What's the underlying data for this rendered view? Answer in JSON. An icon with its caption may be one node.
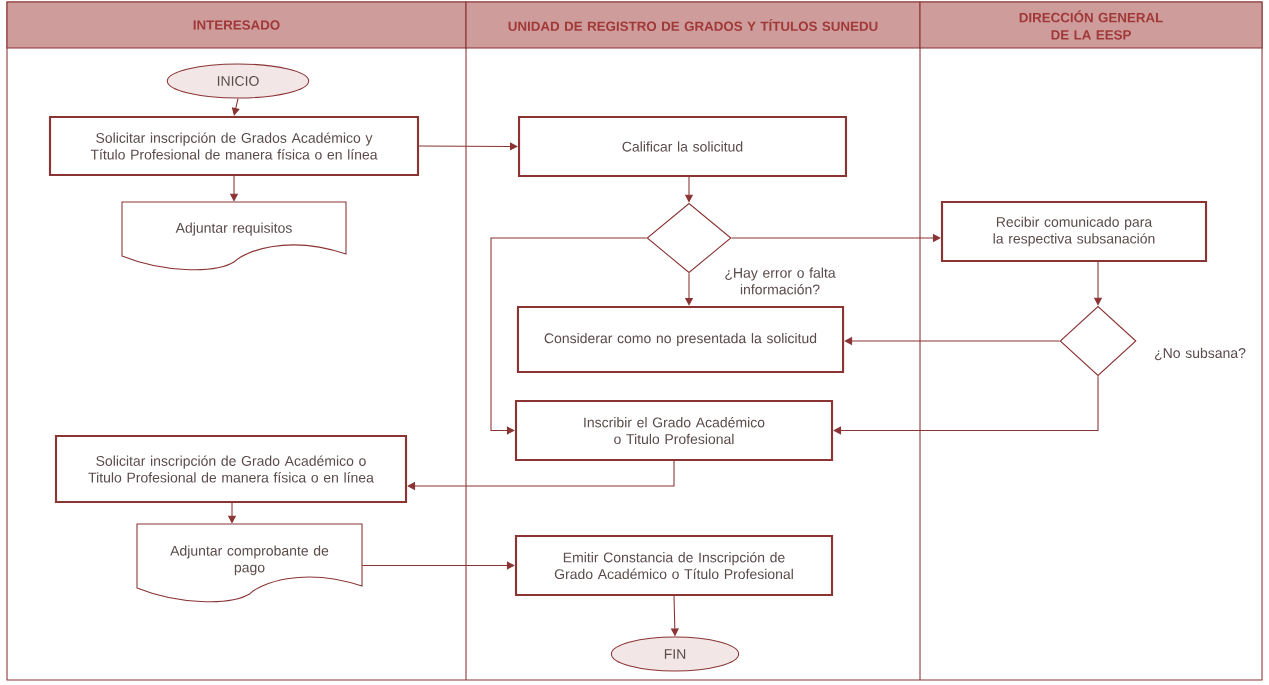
{
  "diagram": {
    "nodes": [
      {
        "text": [
          "INTERESADO"
        ]
      },
      {
        "text": [
          "UNIDAD DE REGISTRO DE GRADOS Y TÍTULOS SUNEDU"
        ]
      },
      {
        "text": [
          "DIRECCIÓN GENERAL DE LA EESP"
        ]
      },
      {
        "text": [
          "INICIO"
        ]
      },
      {
        "text": [
          "Solicitar inscripción de Grados Académico y Título Profesional de manera física o en línea"
        ]
      },
      {
        "text": [
          "Adjuntar requisitos"
        ]
      },
      {
        "text": [
          "Calificar la solicitud"
        ]
      },
      {
        "text": [],
        "shape": "diamond",
        "beside": [
          "¿Hay error o falta información?"
        ]
      },
      {
        "text": [
          "Recibir comunicado para la respectiva subsanación"
        ]
      },
      {
        "text": [
          "Considerar como no presentada la solicitud"
        ]
      },
      {
        "text": [],
        "shape": "diamond",
        "beside": [
          "¿No subsana?"
        ]
      },
      {
        "text": [
          "Inscribir el Grado Académico o Titulo Profesional"
        ]
      },
      {
        "text": [
          "Solicitar inscripción de Grado Académico o Titulo Profesional de manera física o en línea"
        ]
      },
      {
        "text": [
          "Adjuntar comprobante de pago"
        ]
      },
      {
        "text": [
          "Emitir Constancia de Inscripción de Grado Académico o Título Profesional"
        ]
      },
      {
        "text": [
          "FIN"
        ]
      }
    ],
    "edges": [
      {
        "from": 3,
        "to": 4,
        "arrow": "to"
      },
      {
        "from": 4,
        "to": 6,
        "arrow": "to"
      },
      {
        "from": 4,
        "to": 5,
        "arrow": "to"
      },
      {
        "from": 6,
        "to": 7,
        "arrow": "to"
      },
      {
        "from": 7,
        "to": 8,
        "arrow": "to"
      },
      {
        "from": 7,
        "to": 9,
        "arrow": "to"
      },
      {
        "from": 7,
        "to": 11,
        "arrow": "to"
      },
      {
        "from": 8,
        "to": 10,
        "arrow": "to"
      },
      {
        "from": 10,
        "to": 9,
        "arrow": "to"
      },
      {
        "from": 10,
        "to": 11,
        "arrow": "to"
      },
      {
        "from": 11,
        "to": 12,
        "arrow": "to"
      },
      {
        "from": 12,
        "to": 13,
        "arrow": "to"
      },
      {
        "from": 13,
        "to": 14,
        "arrow": "to"
      },
      {
        "from": 14,
        "to": 15,
        "arrow": "to"
      }
    ]
  }
}
